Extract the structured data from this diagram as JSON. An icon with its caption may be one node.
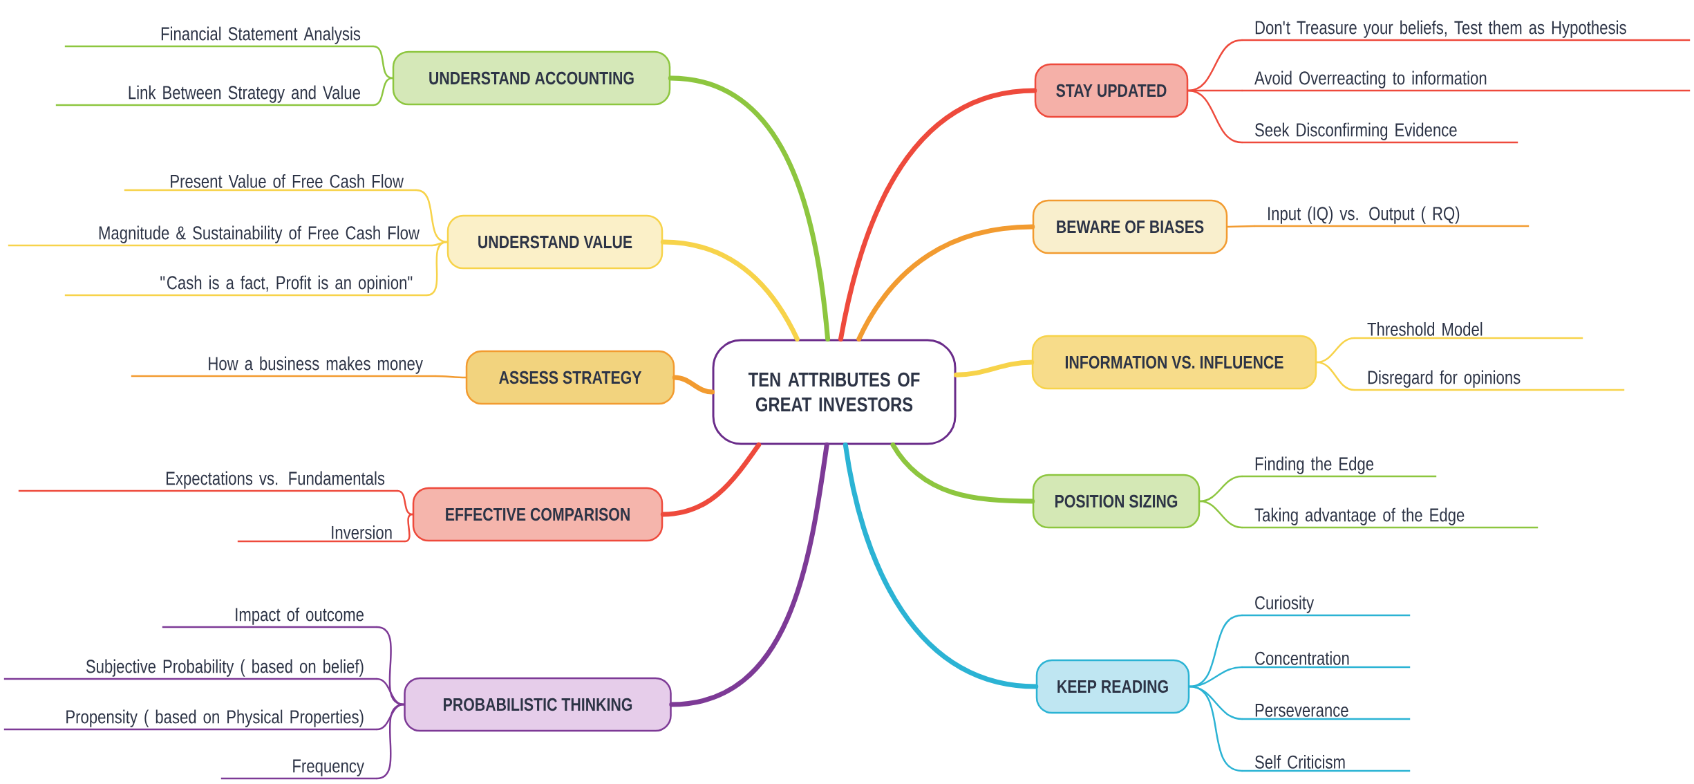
{
  "diagram": {
    "nodes": [
      {
        "text": [
          "TEN ATTRIBUTES OF GREAT INVESTORS"
        ]
      },
      {
        "text": [
          "UNDERSTAND ACCOUNTING"
        ]
      },
      {
        "text": [
          "Financial Statement Analysis"
        ]
      },
      {
        "text": [
          "Link Between Strategy and Value"
        ]
      },
      {
        "text": [
          "UNDERSTAND VALUE"
        ]
      },
      {
        "text": [
          "Present Value of Free Cash Flow"
        ]
      },
      {
        "text": [
          "Magnitude & Sustainability of Free Cash Flow"
        ]
      },
      {
        "text": [
          "\"Cash is a fact, Profit is an opinion\""
        ]
      },
      {
        "text": [
          "ASSESS STRATEGY"
        ]
      },
      {
        "text": [
          "How a business makes money"
        ]
      },
      {
        "text": [
          "EFFECTIVE COMPARISON"
        ]
      },
      {
        "text": [
          "Expectations vs. Fundamentals"
        ]
      },
      {
        "text": [
          "Inversion"
        ]
      },
      {
        "text": [
          "PROBABILISTIC THINKING"
        ]
      },
      {
        "text": [
          "Impact of outcome"
        ]
      },
      {
        "text": [
          "Subjective Probability ( based on belief)"
        ]
      },
      {
        "text": [
          "Propensity ( based on Physical Properties)"
        ]
      },
      {
        "text": [
          "Frequency"
        ]
      },
      {
        "text": [
          "STAY UPDATED"
        ]
      },
      {
        "text": [
          "Don't Treasure your beliefs, Test them as Hypothesis"
        ]
      },
      {
        "text": [
          "Avoid Overreacting to information"
        ]
      },
      {
        "text": [
          "Seek Disconfirming Evidence"
        ]
      },
      {
        "text": [
          "BEWARE OF BIASES"
        ]
      },
      {
        "text": [
          "Input (IQ) vs. Output ( RQ)"
        ]
      },
      {
        "text": [
          "INFORMATION VS. INFLUENCE"
        ]
      },
      {
        "text": [
          "Threshold Model"
        ]
      },
      {
        "text": [
          "Disregard for opinions"
        ]
      },
      {
        "text": [
          "POSITION SIZING"
        ]
      },
      {
        "text": [
          "Finding the Edge"
        ]
      },
      {
        "text": [
          "Taking advantage of the Edge"
        ]
      },
      {
        "text": [
          "KEEP READING"
        ]
      },
      {
        "text": [
          "Curiosity"
        ]
      },
      {
        "text": [
          "Concentration"
        ]
      },
      {
        "text": [
          "Perseverance"
        ]
      },
      {
        "text": [
          "Self Criticism"
        ]
      }
    ],
    "edges": [
      {
        "from": 0,
        "to": 1,
        "arrow": "none",
        "style": "thick",
        "color": "#8dc63f"
      },
      {
        "from": 0,
        "to": 4,
        "arrow": "none",
        "style": "thick",
        "color": "#f7d34a"
      },
      {
        "from": 0,
        "to": 8,
        "arrow": "none",
        "style": "thick",
        "color": "#f29b30"
      },
      {
        "from": 0,
        "to": 10,
        "arrow": "none",
        "style": "thick",
        "color": "#ee4a3c"
      },
      {
        "from": 0,
        "to": 13,
        "arrow": "none",
        "style": "thick",
        "color": "#7d3a96"
      },
      {
        "from": 0,
        "to": 18,
        "arrow": "none",
        "style": "thick",
        "color": "#ee4a3c"
      },
      {
        "from": 0,
        "to": 22,
        "arrow": "none",
        "style": "thick",
        "color": "#f29b30"
      },
      {
        "from": 0,
        "to": 24,
        "arrow": "none",
        "style": "thick",
        "color": "#f7d34a"
      },
      {
        "from": 0,
        "to": 27,
        "arrow": "none",
        "style": "thick",
        "color": "#8dc63f"
      },
      {
        "from": 0,
        "to": 30,
        "arrow": "none",
        "style": "thick",
        "color": "#2bb3d4"
      },
      {
        "from": 1,
        "to": 2,
        "arrow": "none",
        "color": "#8dc63f"
      },
      {
        "from": 1,
        "to": 3,
        "arrow": "none",
        "color": "#8dc63f"
      },
      {
        "from": 4,
        "to": 5,
        "arrow": "none",
        "color": "#f7d34a"
      },
      {
        "from": 4,
        "to": 6,
        "arrow": "none",
        "color": "#f7d34a"
      },
      {
        "from": 4,
        "to": 7,
        "arrow": "none",
        "color": "#f7d34a"
      },
      {
        "from": 8,
        "to": 9,
        "arrow": "none",
        "color": "#f29b30"
      },
      {
        "from": 10,
        "to": 11,
        "arrow": "none",
        "color": "#ee4a3c"
      },
      {
        "from": 10,
        "to": 12,
        "arrow": "none",
        "color": "#ee4a3c"
      },
      {
        "from": 13,
        "to": 14,
        "arrow": "none",
        "color": "#7d3a96"
      },
      {
        "from": 13,
        "to": 15,
        "arrow": "none",
        "color": "#7d3a96"
      },
      {
        "from": 13,
        "to": 16,
        "arrow": "none",
        "color": "#7d3a96"
      },
      {
        "from": 13,
        "to": 17,
        "arrow": "none",
        "color": "#7d3a96"
      },
      {
        "from": 18,
        "to": 19,
        "arrow": "none",
        "color": "#ee4a3c"
      },
      {
        "from": 18,
        "to": 20,
        "arrow": "none",
        "color": "#ee4a3c"
      },
      {
        "from": 18,
        "to": 21,
        "arrow": "none",
        "color": "#ee4a3c"
      },
      {
        "from": 22,
        "to": 23,
        "arrow": "none",
        "color": "#f29b30"
      },
      {
        "from": 24,
        "to": 25,
        "arrow": "none",
        "color": "#f7d34a"
      },
      {
        "from": 24,
        "to": 26,
        "arrow": "none",
        "color": "#f7d34a"
      },
      {
        "from": 27,
        "to": 28,
        "arrow": "none",
        "color": "#8dc63f"
      },
      {
        "from": 27,
        "to": 29,
        "arrow": "none",
        "color": "#8dc63f"
      },
      {
        "from": 30,
        "to": 31,
        "arrow": "none",
        "color": "#2bb3d4"
      },
      {
        "from": 30,
        "to": 32,
        "arrow": "none",
        "color": "#2bb3d4"
      },
      {
        "from": 30,
        "to": 33,
        "arrow": "none",
        "color": "#2bb3d4"
      },
      {
        "from": 30,
        "to": 34,
        "arrow": "none",
        "color": "#2bb3d4"
      }
    ]
  }
}
